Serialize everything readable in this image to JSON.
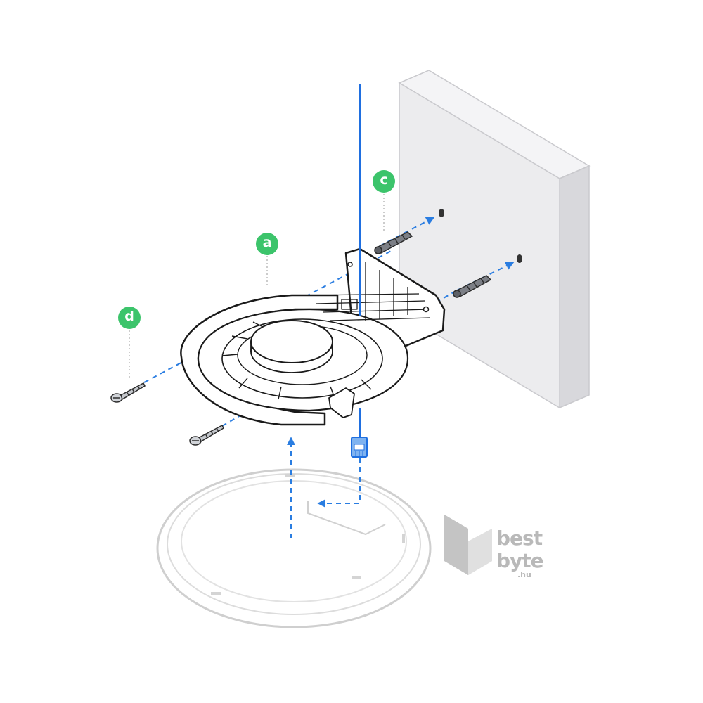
{
  "callouts": {
    "a": "a",
    "c": "c",
    "d": "d"
  },
  "watermark": {
    "line1": "best",
    "line2": "byte",
    "suffix": ".hu"
  },
  "colors": {
    "callout_green": "#3cc46b",
    "cable_blue": "#1f6fe0",
    "guide_blue": "#2a7de1",
    "wall_face": "#ececee",
    "wall_edge": "#d9d9dc",
    "outline": "#1a1a1a",
    "mount_fill": "#ffffff",
    "watermark_gray": "#b9b9b9"
  },
  "icons": [
    "wall-plate",
    "mounting-bracket",
    "wall-anchor",
    "screw",
    "ethernet-connector",
    "ceiling-cover-ring"
  ]
}
